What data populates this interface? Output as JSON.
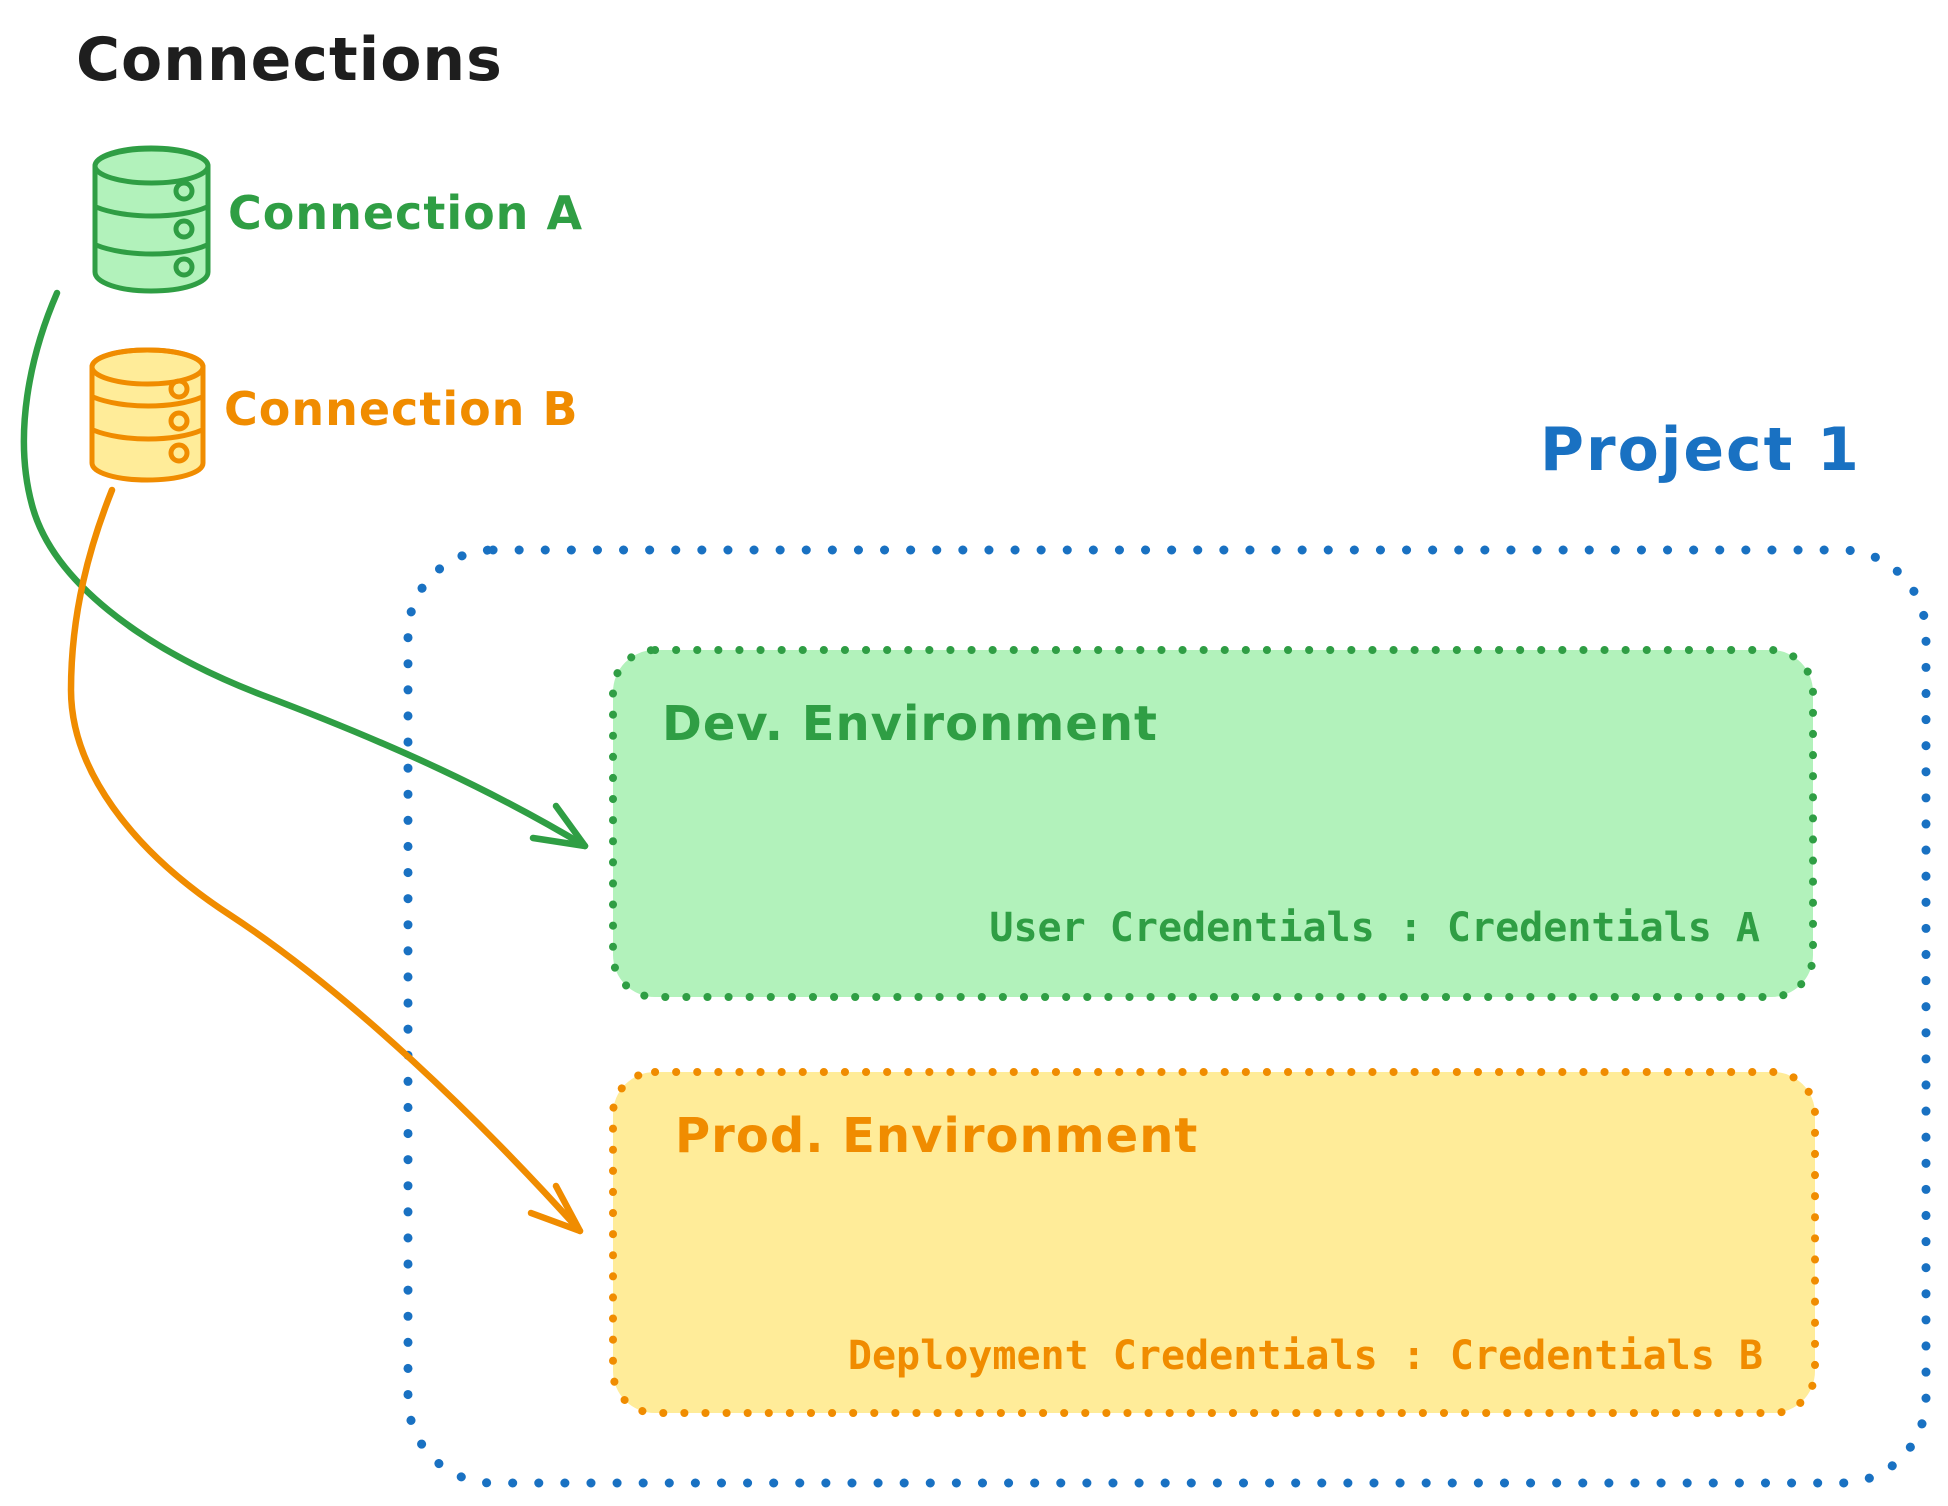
{
  "diagram_title": "Connections",
  "connections": {
    "items": [
      {
        "label": "Connection A",
        "icon": "database-icon",
        "stroke": "#2f9e44",
        "fill": "#b2f2bb"
      },
      {
        "label": "Connection B",
        "icon": "database-icon",
        "stroke": "#f08c00",
        "fill": "#ffec99"
      }
    ]
  },
  "project": {
    "title": "Project 1",
    "border_color": "#1971c2",
    "environments": [
      {
        "title": "Dev. Environment",
        "credentials_label": "User Credentials : Credentials A",
        "stroke": "#2f9e44",
        "fill": "#b2f2bb"
      },
      {
        "title": "Prod. Environment",
        "credentials_label": "Deployment Credentials : Credentials B",
        "stroke": "#f08c00",
        "fill": "#ffec99"
      }
    ]
  },
  "arrows": [
    {
      "name": "connection-a-to-dev-environment",
      "color": "#2f9e44"
    },
    {
      "name": "connection-b-to-prod-environment",
      "color": "#f08c00"
    }
  ],
  "ink_color": "#1e1e1e"
}
